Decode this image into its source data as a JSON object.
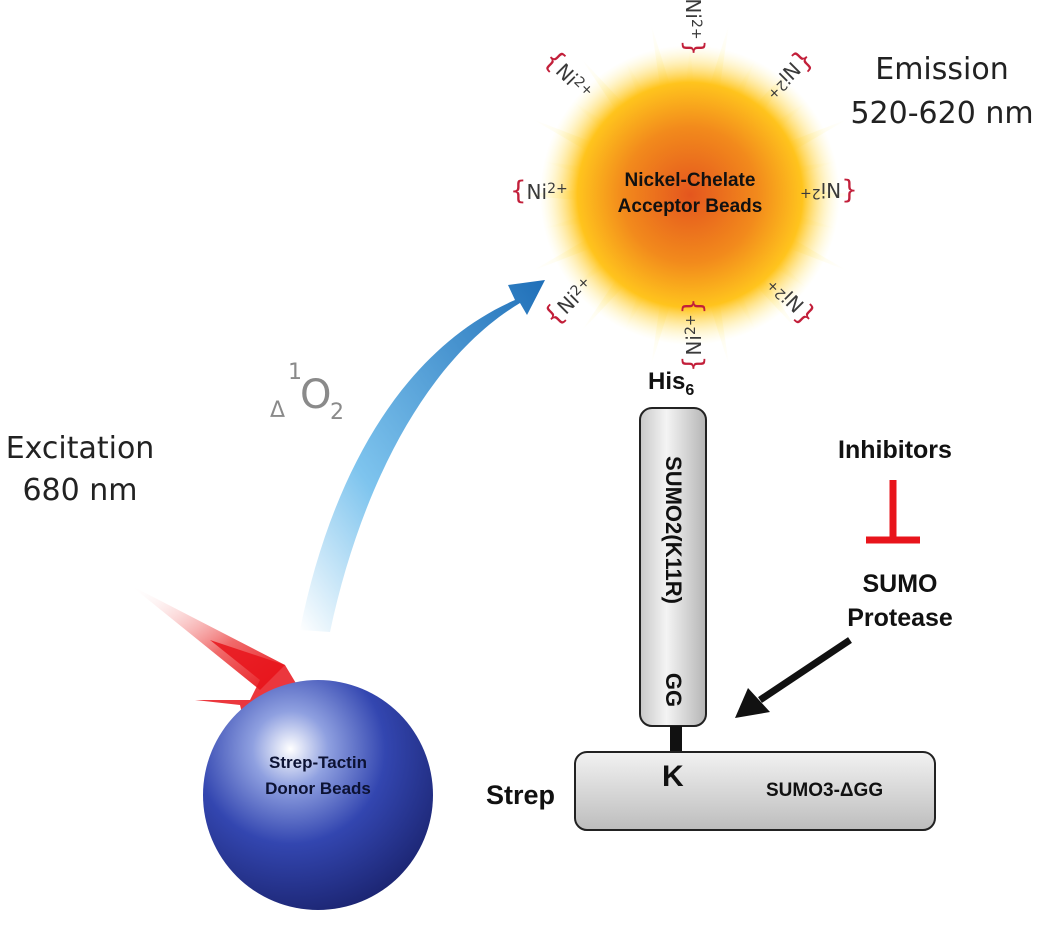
{
  "excitation": {
    "line1": "Excitation",
    "line2": "680 nm"
  },
  "emission": {
    "line1": "Emission",
    "line2": "520-620 nm"
  },
  "singlet_oxygen": {
    "superscript": "1",
    "symbol": "O",
    "subscript": "2",
    "delta": "Δ"
  },
  "acceptor_bead": {
    "line1": "Nickel-Chelate",
    "line2": "Acceptor Beads"
  },
  "donor_bead": {
    "line1": "Strep-Tactin",
    "line2": "Donor Beads"
  },
  "nickel_label": {
    "element": "Ni",
    "charge": "2+"
  },
  "his_tag": {
    "text": "His",
    "subscript": "6"
  },
  "sumo2": {
    "name": "SUMO2(K11R)",
    "gg": "GG"
  },
  "sumo3": {
    "name": "SUMO3-ΔGG",
    "lysine": "K",
    "tag": "Strep"
  },
  "inhibitors": {
    "label": "Inhibitors",
    "symbol": "⊥",
    "color": "#e8141b"
  },
  "protease": {
    "line1": "SUMO",
    "line2": "Protease"
  },
  "colors": {
    "donor_bead": "#23338f",
    "acceptor_core": "#e4561e",
    "glow": "#ffd21a",
    "arrow": "#1f7fc4",
    "laser": "#e8141b",
    "brace": "#c21f3a"
  }
}
